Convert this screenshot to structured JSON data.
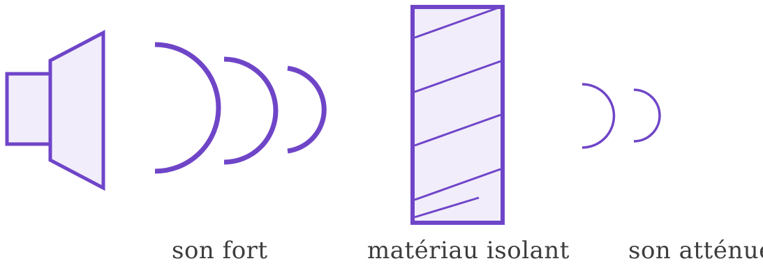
{
  "labels": {
    "strong_sound": "son fort",
    "insulating_material": "matériau isolant",
    "attenuated_sound": "son atténué"
  },
  "colors": {
    "stroke": "#6f45c8",
    "fill": "#f1edfb",
    "text": "#3d3d3d"
  },
  "icons": {
    "speaker": "speaker-icon",
    "sound_waves": "sound-wave-arcs",
    "insulation": "hatched-panel"
  }
}
